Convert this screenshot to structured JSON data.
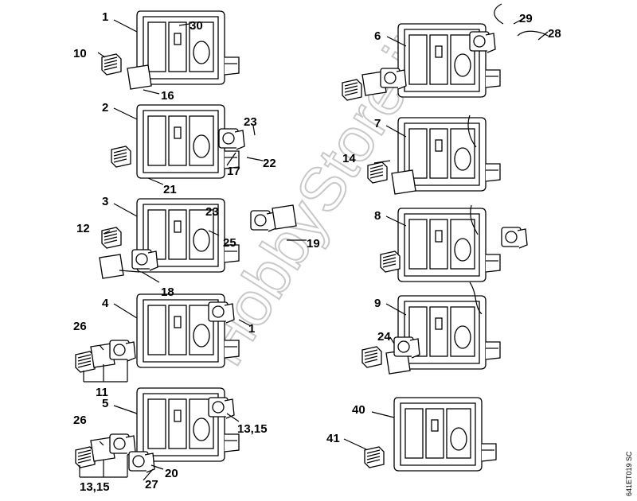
{
  "diagram": {
    "title_code": "641ET019 SC",
    "watermark": "HobbyStore.it",
    "panels": [
      {
        "label": "1"
      },
      {
        "label": "2"
      },
      {
        "label": "3"
      },
      {
        "label": "4"
      },
      {
        "label": "5"
      },
      {
        "label": "6"
      },
      {
        "label": "7"
      },
      {
        "label": "8"
      },
      {
        "label": "9"
      },
      {
        "label": "40"
      }
    ],
    "part_labels": [
      "30",
      "10",
      "16",
      "23",
      "22",
      "17",
      "21",
      "23",
      "25",
      "12",
      "19",
      "18",
      "1",
      "26",
      "11",
      "13,15",
      "26",
      "13,15",
      "27",
      "20",
      "29",
      "28",
      "14",
      "24",
      "41"
    ]
  }
}
